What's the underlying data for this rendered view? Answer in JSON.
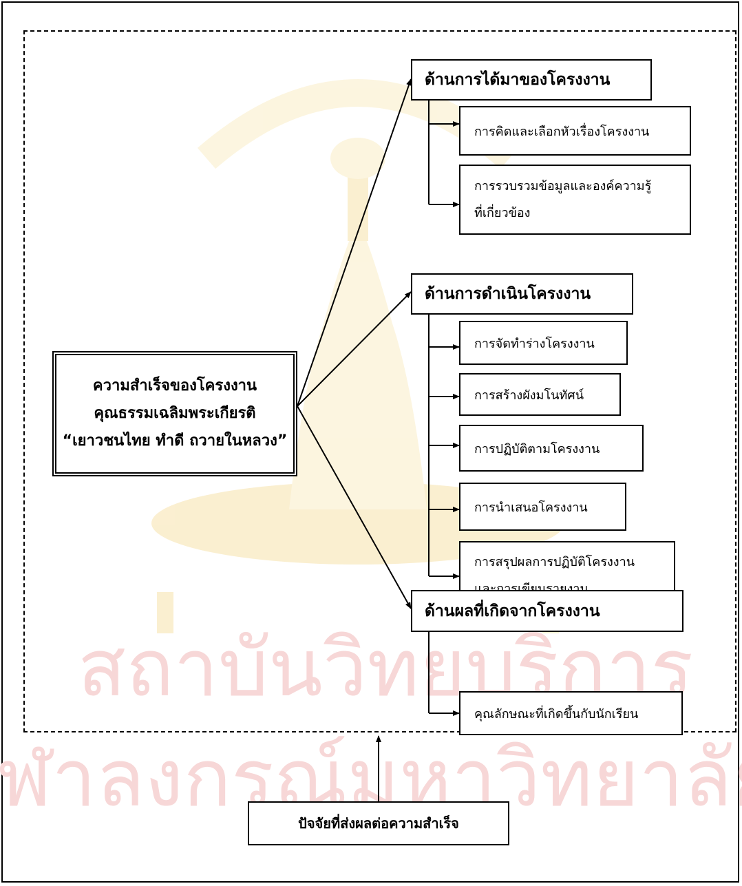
{
  "center": {
    "line1": "ความสำเร็จของโครงงาน",
    "line2": "คุณธรรมเฉลิมพระเกียรติ",
    "line3": "“เยาวชนไทย ทำดี ถวายในหลวง”"
  },
  "categories": [
    {
      "title": "ด้านการได้มาของโครงงาน",
      "items": [
        "การคิดและเลือกหัวเรื่องโครงงาน",
        "การรวบรวมข้อมูลและองค์ความรู้\nที่เกี่ยวข้อง"
      ]
    },
    {
      "title": "ด้านการดำเนินโครงงาน",
      "items": [
        "การจัดทำร่างโครงงาน",
        "การสร้างผังมโนทัศน์",
        "การปฏิบัติตามโครงงาน",
        "การนำเสนอโครงงาน",
        "การสรุปผลการปฏิบัติโครงงาน\nและการเขียนรายงาน"
      ]
    },
    {
      "title": "ด้านผลที่เกิดจากโครงงาน",
      "items": [
        "คุณลักษณะที่เกิดขึ้นกับนักเรียน"
      ]
    }
  ],
  "factor": "ปัจจัยที่ส่งผลต่อความสำเร็จ",
  "watermark": {
    "line1": "สถาบันวิทยบริการ",
    "line2": "จุฬาลงกรณ์มหาวิทยาลัย",
    "color": "#f5c6c6"
  }
}
